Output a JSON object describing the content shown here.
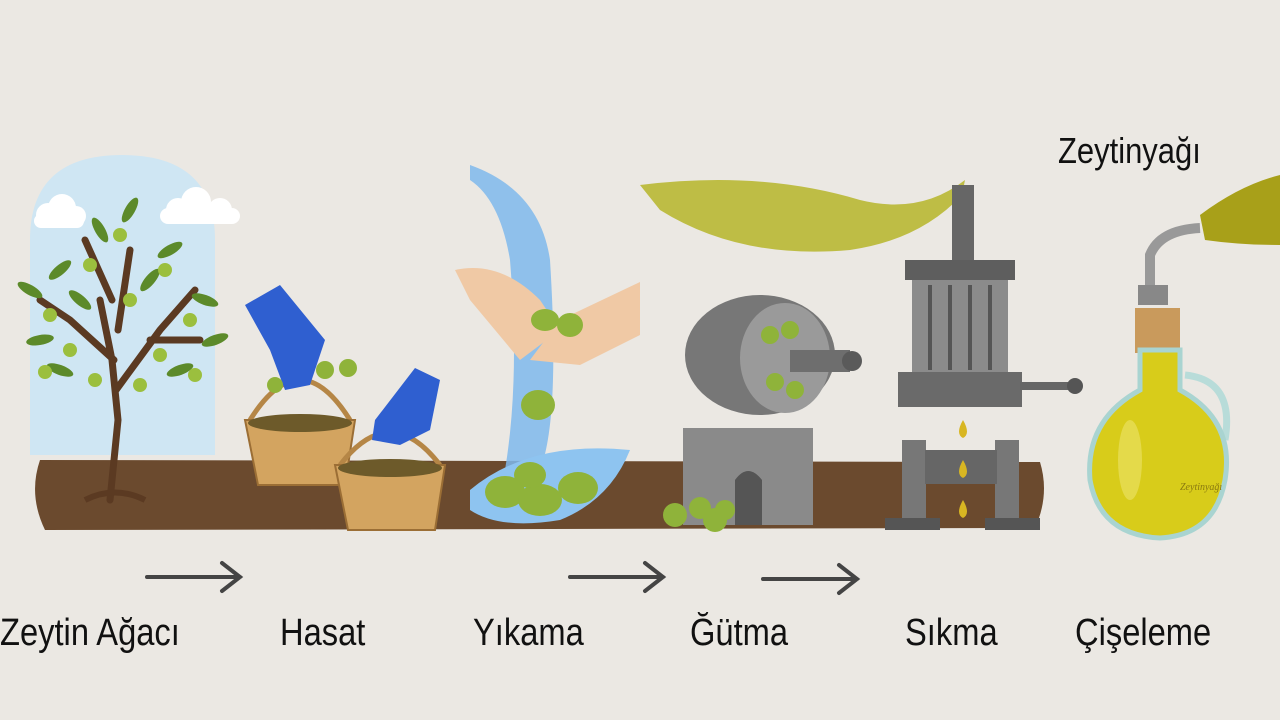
{
  "title": "Zeytinyağı",
  "steps": [
    {
      "label": "Zeytin Ağacı",
      "icon": "olive-tree-icon"
    },
    {
      "label": "Hasat",
      "icon": "harvest-basket-icon"
    },
    {
      "label": "Yıkama",
      "icon": "washing-water-icon"
    },
    {
      "label": "Ğütma",
      "icon": "millstone-icon"
    },
    {
      "label": "Sıkma",
      "icon": "press-icon"
    },
    {
      "label": "Çişeleme",
      "icon": "oil-bottle-icon"
    }
  ],
  "bottle_etching": "Zeytinyağı",
  "colors": {
    "background": "#ebe8e3",
    "soil": "#6b4a2e",
    "olive": "#8fb33a",
    "oil": "#c9c22a",
    "sky": "#cfe6f3"
  }
}
